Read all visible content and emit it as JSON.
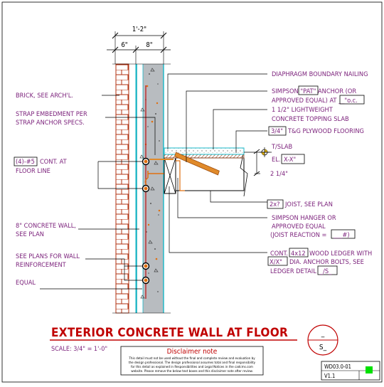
{
  "dimensions": {
    "overall": "1'-2\"",
    "left": "6\"",
    "right": "8\""
  },
  "labels_right": {
    "diaphragm": "DIAPHRAGM BOUNDARY NAILING",
    "anchor_l1_a": "SIMPSON \"",
    "anchor_pat": "PAT",
    "anchor_l1_b": "\" ANCHOR (OR",
    "anchor_l2_a": "APPROVED EQUAL) AT ",
    "anchor_spacing": "__\"o.c.",
    "topping_l1": "1 1/2\" LIGHTWEIGHT",
    "topping_l2": "CONCRETE TOPPING SLAB",
    "plywood_box": "3/4\"",
    "plywood_text": "T&G PLYWOOD FLOORING",
    "tslab": "T/SLAB",
    "el_prefix": "EL.",
    "el_box": "X-X\"",
    "dim_214": "2 1/4\"",
    "joist_box": "2x?",
    "joist_text": "JOIST, SEE PLAN",
    "hanger_l1": "SIMPSON HANGER OR",
    "hanger_l2": "APPROVED EQUAL",
    "hanger_l3": "(JOIST REACTION = ",
    "hanger_box": "___#)",
    "ledger_l1_a": "CONT.",
    "ledger_box1": "4x12",
    "ledger_l1_b": "WOOD LEDGER WITH",
    "ledger_box2": "X/X\"",
    "ledger_l2_b": "DIA. ANCHOR BOLTS, SEE",
    "ledger_l3": "LEDGER DETAIL ",
    "ledger_box3": "_/S_"
  },
  "labels_left": {
    "brick": "BRICK, SEE ARCH'L.",
    "strap_l1": "STRAP EMBEDMENT PER",
    "strap_l2": "STRAP ANCHOR SPECS.",
    "rebar_box": "(4)-#5",
    "rebar_l1": "CONT. AT",
    "rebar_l2": "FLOOR LINE",
    "wall_l1": "8\" CONCRETE WALL,",
    "wall_l2": "SEE PLAN",
    "reinf_l1": "SEE PLANS FOR WALL",
    "reinf_l2": "REINFORCEMENT",
    "equal": "EQUAL"
  },
  "title": {
    "text": "EXTERIOR CONCRETE WALL AT FLOOR",
    "scale": "SCALE: 3/4\" = 1'-0\"",
    "bubble_top": "_",
    "bubble_bottom": "S_"
  },
  "disclaimer": {
    "heading": "Disclaimer note",
    "lines": [
      "This detail must not be used without the final and complete review and evaluation by",
      "the design professional. The design professional assumes total and final responsibility",
      "for this detail as explained in Responsibilities and Legal Notices in the cadcms.com",
      "website. Please remove the below text boxes and this disclaimer note after review."
    ]
  },
  "title_block": {
    "number": "WD03.0-01",
    "version": "V1.1"
  },
  "colors": {
    "brick": "#b03010",
    "concrete": "#b8bcc0",
    "wall_edge": "#18b8c8",
    "title": "#c00000",
    "label": "#7a1f7a",
    "status": "#00e000"
  }
}
